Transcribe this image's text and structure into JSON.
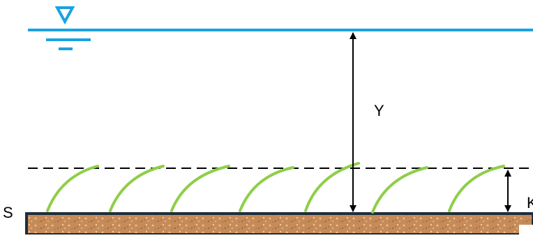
{
  "labels": {
    "depth": "Y",
    "roughness": "K",
    "slope": "S"
  },
  "colors": {
    "water": "#1aa3e0",
    "vegetation": "#8fce4a",
    "bed_fill": "#c58a5a",
    "bed_border": "#1f2d3d",
    "dashed_line": "#000000",
    "arrows": "#000000"
  },
  "icons": {
    "water_surface": "inverted-triangle-water-level-icon"
  }
}
